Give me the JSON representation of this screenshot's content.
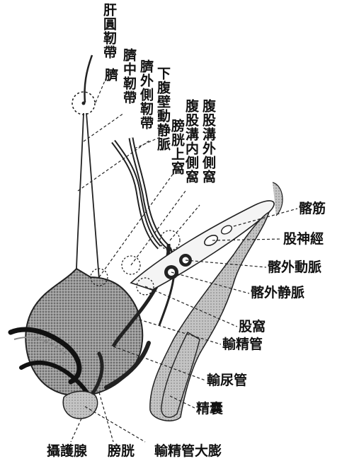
{
  "labels": {
    "round_ligament_liver": "肝圓靭帶",
    "umbilicus": "臍",
    "median_umbilical_ligament": "臍中靭帶",
    "lateral_umbilical_ligament": "臍外側靭帶",
    "inferior_epigastric_vessels": "下腹壁動静脈",
    "supravesical_fossa": "膀胱上窩",
    "medial_inguinal_fossa": "腹股溝内側窩",
    "lateral_inguinal_fossa": "腹股溝外側窩",
    "iliacus": "髂筋",
    "femoral_nerve": "股神經",
    "external_iliac_artery": "髂外動脈",
    "external_iliac_vein": "髂外静脈",
    "femoral_fossa": "股窩",
    "vas_deferens_right": "輸精管",
    "ureter": "輸尿管",
    "seminal_vesicle": "精囊",
    "prostate": "攝護腺",
    "bladder": "膀胱",
    "ampulla_vas": "輸精管大膨"
  }
}
